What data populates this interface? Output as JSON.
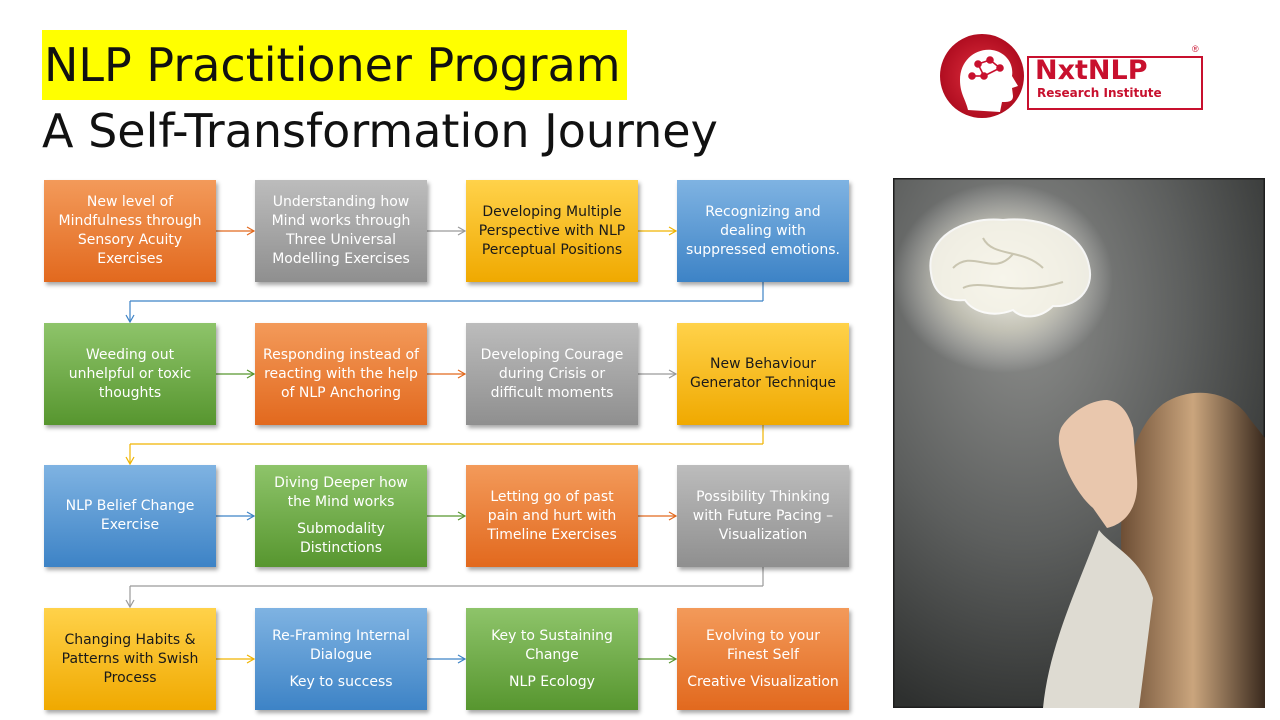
{
  "title": {
    "line1": "NLP Practitioner Program",
    "line2": "A Self-Transformation Journey"
  },
  "logo": {
    "main": "NxtNLP",
    "sub": "Research Institute",
    "reg": "®"
  },
  "colors": {
    "orange": "#ed7d31",
    "gray": "#a5a5a5",
    "yellow": "#ffc000",
    "blue": "#5b9bd5",
    "green": "#70ad47",
    "title_highlight": "#ffff00",
    "brand_red": "#c8102e"
  },
  "steps": [
    {
      "text": "New level of Mindfulness through Sensory Acuity Exercises",
      "sub": "",
      "color": "orange"
    },
    {
      "text": "Understanding how Mind works through Three Universal Modelling Exercises",
      "sub": "",
      "color": "gray"
    },
    {
      "text": "Developing Multiple Perspective with NLP Perceptual Positions",
      "sub": "",
      "color": "yellow"
    },
    {
      "text": "Recognizing and dealing with suppressed emotions.",
      "sub": "",
      "color": "blue"
    },
    {
      "text": "Weeding out unhelpful or toxic thoughts",
      "sub": "",
      "color": "green"
    },
    {
      "text": "Responding instead of reacting with the help of NLP Anchoring",
      "sub": "",
      "color": "orange"
    },
    {
      "text": "Developing Courage during Crisis or difficult moments",
      "sub": "",
      "color": "gray"
    },
    {
      "text": "New Behaviour Generator Technique",
      "sub": "",
      "color": "yellow"
    },
    {
      "text": "NLP Belief Change Exercise",
      "sub": "",
      "color": "blue"
    },
    {
      "text": "Diving Deeper how the Mind works",
      "sub": "Submodality Distinctions",
      "color": "green"
    },
    {
      "text": "Letting go of past pain and hurt with Timeline Exercises",
      "sub": "",
      "color": "orange"
    },
    {
      "text": "Possibility Thinking with Future Pacing – Visualization",
      "sub": "",
      "color": "gray"
    },
    {
      "text": "Changing Habits & Patterns with Swish Process",
      "sub": "",
      "color": "yellow"
    },
    {
      "text": "Re-Framing Internal Dialogue",
      "sub": "Key to success",
      "color": "blue"
    },
    {
      "text": "Key to Sustaining Change",
      "sub": "NLP Ecology",
      "color": "green"
    },
    {
      "text": "Evolving to your Finest Self",
      "sub": "Creative Visualization",
      "color": "orange"
    }
  ]
}
